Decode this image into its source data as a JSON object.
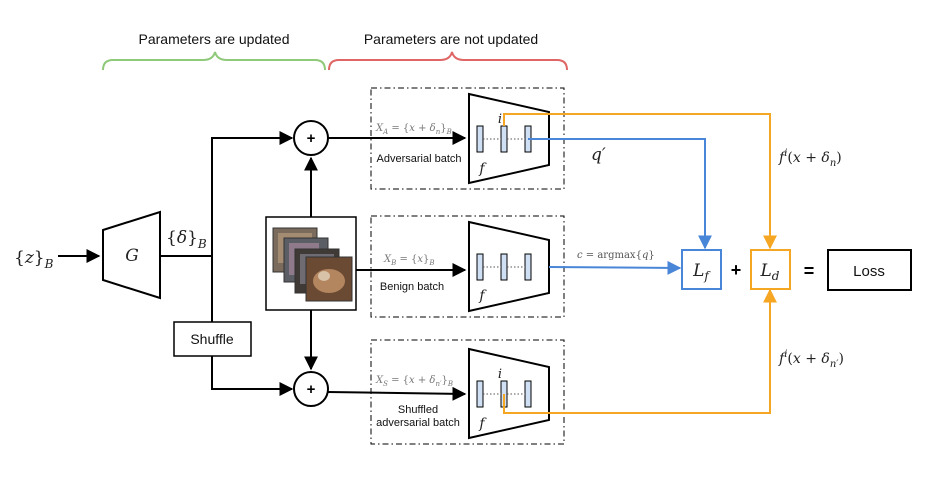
{
  "brackets": {
    "updated_label": "Parameters are updated",
    "not_updated_label": "Parameters are not updated",
    "updated_color": "#8fc97a",
    "not_updated_color": "#e06666"
  },
  "input": {
    "label": "{z}_B"
  },
  "generator": {
    "label": "G",
    "output_label": "{δ}_B"
  },
  "shuffle": {
    "label": "Shuffle"
  },
  "image_stack": {
    "icon": "image-stack-icon"
  },
  "plus_top": {
    "symbol": "+"
  },
  "plus_bottom": {
    "symbol": "+"
  },
  "batches": {
    "adversarial": {
      "formula": "X_A = {x + δ_n}_B",
      "label": "Adversarial batch",
      "f_label": "f",
      "i_label": "i"
    },
    "benign": {
      "formula": "X_B = {x}_B",
      "label": "Benign batch",
      "f_label": "f"
    },
    "shuffled": {
      "formula": "X_S = {x + δ_n′}_B",
      "label_line1": "Shuffled",
      "label_line2": "adversarial batch",
      "f_label": "f",
      "i_label": "i"
    }
  },
  "signals": {
    "q_prime": "q′",
    "c_argmax": "c = argmax{q}",
    "f_top": "f^i(x + δ_n)",
    "f_bottom": "f^i(x + δ_n′)"
  },
  "losses": {
    "lf": "L_f",
    "plus": "+",
    "ld": "L_d",
    "equals": "=",
    "loss": "Loss"
  },
  "colors": {
    "blue": "#4a86d8",
    "orange": "#f5a623",
    "layer_fill": "#cfe0f5"
  }
}
